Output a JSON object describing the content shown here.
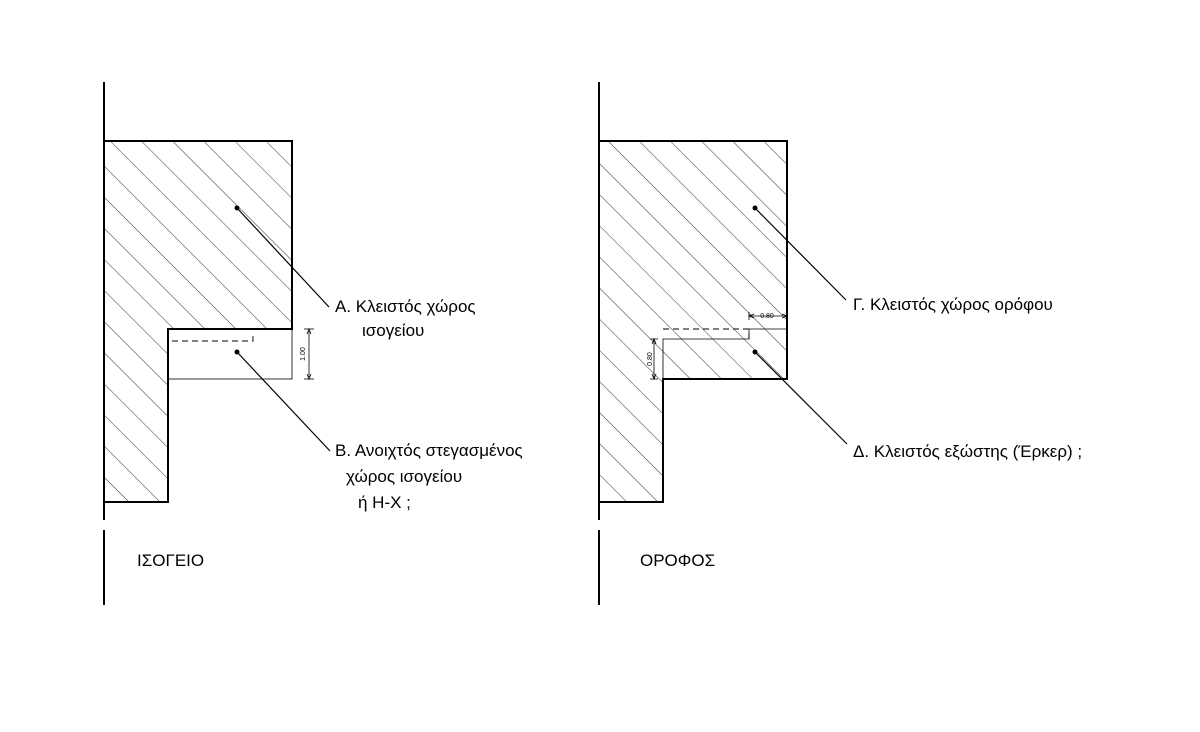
{
  "ground_floor": {
    "title": "ΙΣΟΓΕΙΟ",
    "label_a": [
      "Α. Κλειστός χώρος",
      "ισογείου"
    ],
    "label_b": [
      "Β. Ανοιχτός στεγασμένος",
      "χώρος ισογείου",
      "ή Η-Χ ;"
    ],
    "dim_value": "1.00"
  },
  "upper_floor": {
    "title": "ΟΡΟΦΟΣ",
    "label_c": "Γ. Κλειστός χώρος ορόφου",
    "label_d": "Δ. Κλειστός εξώστης (Έρκερ) ;",
    "dim_horizontal": "0.80",
    "dim_vertical": "0.80"
  },
  "colors": {
    "ink": "#000000",
    "background": "#ffffff"
  }
}
